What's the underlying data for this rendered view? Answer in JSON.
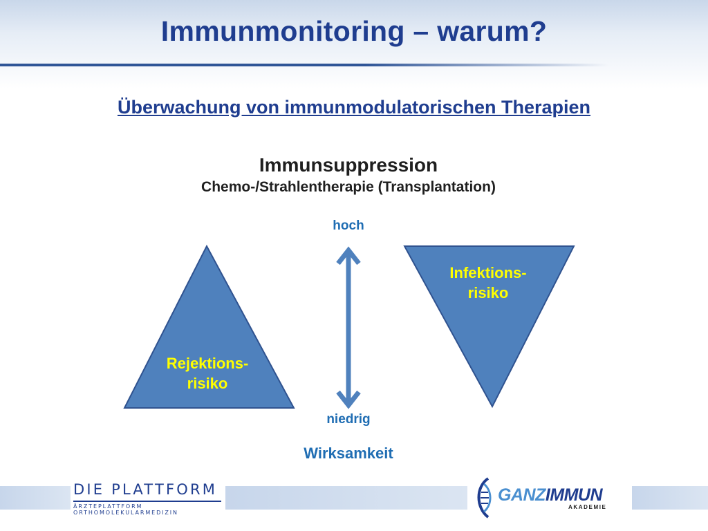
{
  "title": "Immunmonitoring – warum?",
  "subtitle": "Überwachung von immunmodulatorischen Therapien",
  "heading": "Immunsuppression",
  "subheading": "Chemo-/Strahlentherapie (Transplantation)",
  "diagram": {
    "arrow_top_label": "hoch",
    "arrow_bottom_label": "niedrig",
    "arrow_axis_label": "Wirksamkeit",
    "left_triangle": {
      "line1": "Rejektions-",
      "line2": "risiko"
    },
    "right_triangle": {
      "line1": "Infektions-",
      "line2": "risiko"
    }
  },
  "footer": {
    "plattform_main": "DIE PLATTFORM",
    "plattform_sub": "Ärzteplattform OrthomolekularMedizin",
    "ganz_part": "GANZ",
    "immun_part": "IMMUN",
    "akademie": "AKADEMIE"
  },
  "colors": {
    "title_blue": "#1f3d8f",
    "triangle_fill": "#4f81bd",
    "triangle_stroke": "#2f528f",
    "arrow_blue": "#4f81bd",
    "label_blue": "#1f6db3",
    "risk_text_yellow": "#ffff00"
  }
}
